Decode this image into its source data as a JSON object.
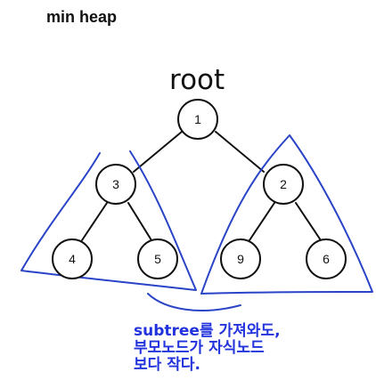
{
  "title": "min heap",
  "root_label": "root",
  "nodes": [
    {
      "id": "n1",
      "label": "1"
    },
    {
      "id": "n3",
      "label": "3"
    },
    {
      "id": "n2",
      "label": "2"
    },
    {
      "id": "n4",
      "label": "4"
    },
    {
      "id": "n5",
      "label": "5"
    },
    {
      "id": "n9",
      "label": "9"
    },
    {
      "id": "n6",
      "label": "6"
    }
  ],
  "annotation": {
    "line1": "subtree를 가져와도,",
    "line2": "부모노드가 자식노드",
    "line3": "보다 작다."
  },
  "colors": {
    "ink": "#111111",
    "annotation": "#2233dd"
  }
}
